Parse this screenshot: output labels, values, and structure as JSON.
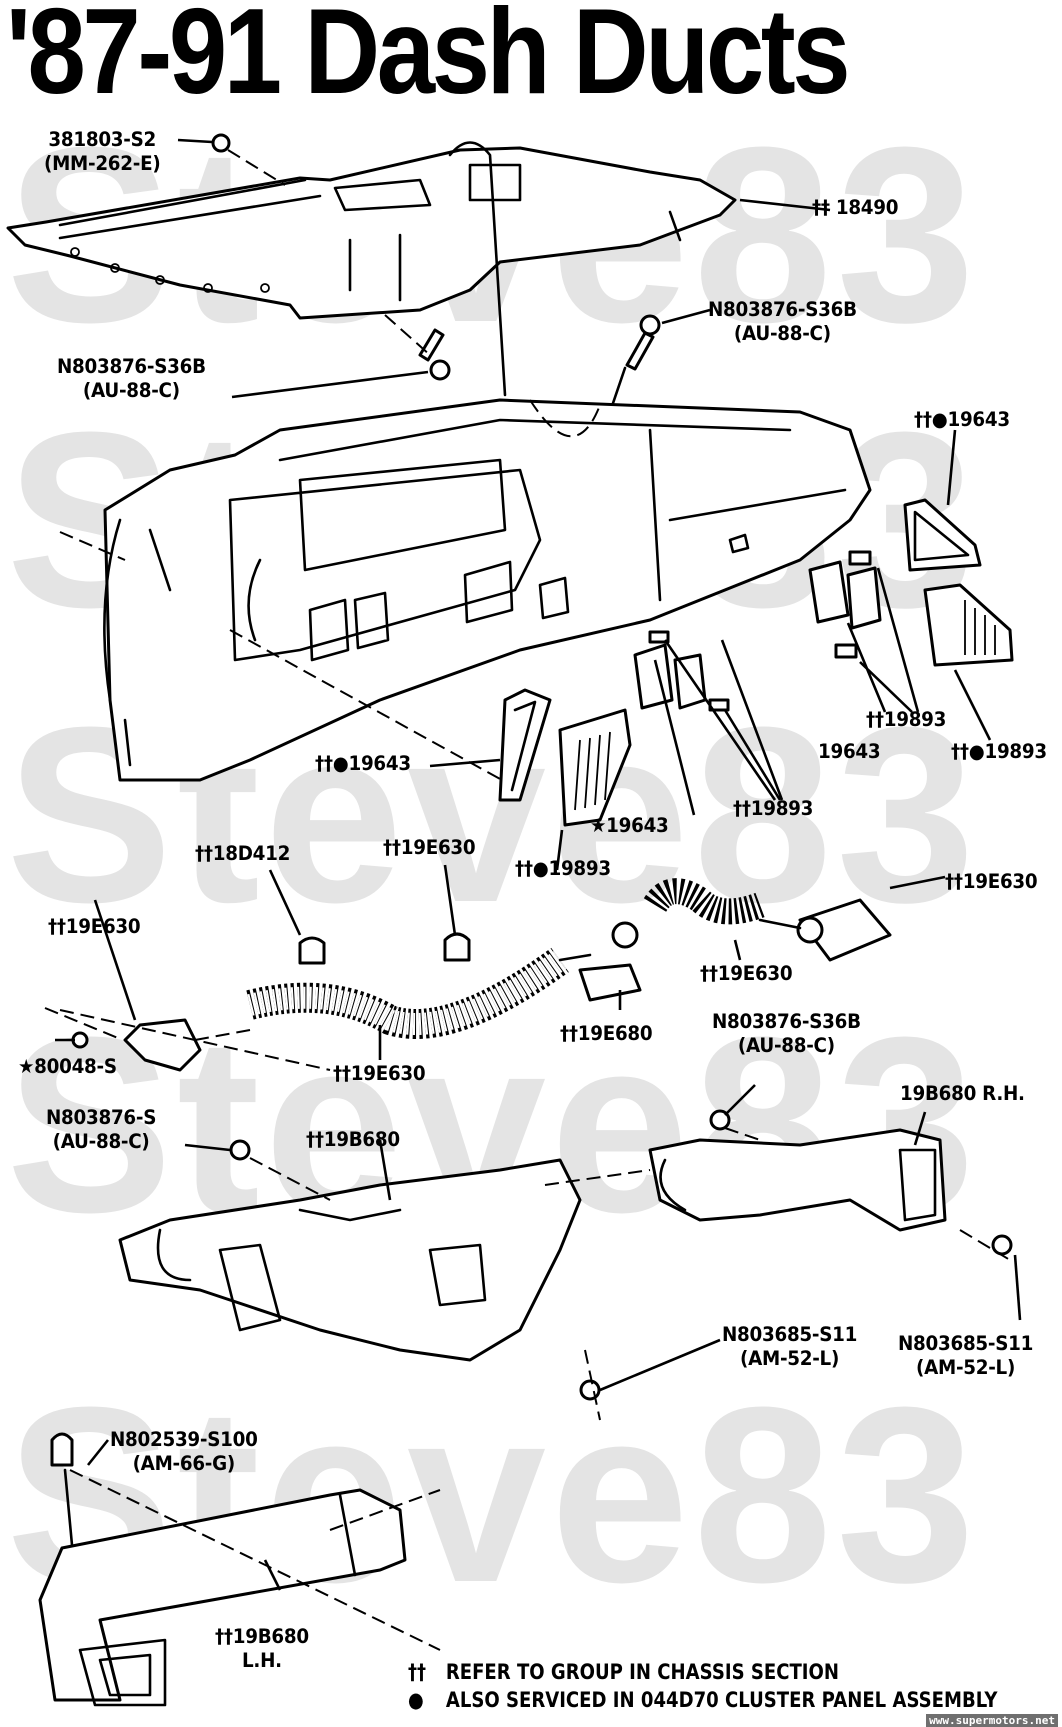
{
  "title": "'87-91 Dash Ducts",
  "watermark": "Steve83",
  "parts": {
    "cowl_bracket_nut": {
      "number": "381803-S2",
      "spec": "(MM-262-E)"
    },
    "upper_duct": {
      "number": "†† 18490"
    },
    "screw_upper_right": {
      "number": "N803876-S36B",
      "spec": "(AU-88-C)"
    },
    "screw_upper_left": {
      "number": "N803876-S36B",
      "spec": "(AU-88-C)"
    },
    "vent_bezel_right_top": {
      "number": "††●19643"
    },
    "vent_bezel_left": {
      "number": "††●19643"
    },
    "vent_bezel_center_star": {
      "number": "★19643"
    },
    "vent_bezel_right_plain": {
      "number": "19643"
    },
    "louver_right_group": {
      "number": "††19893"
    },
    "louver_center_group": {
      "number": "††19893"
    },
    "louver_right_outer": {
      "number": "††●19893"
    },
    "louver_left_outer": {
      "number": "††●19893"
    },
    "clamp_18d412": {
      "number": "††18D412"
    },
    "clip_19e630_top": {
      "number": "††19E630"
    },
    "nozzle_left": {
      "number": "††19E630"
    },
    "nut_80048": {
      "number": "★80048-S"
    },
    "hose_long": {
      "number": "††19E630"
    },
    "elbow_19e680": {
      "number": "††19E680"
    },
    "hose_short": {
      "number": "††19E630"
    },
    "nozzle_right": {
      "number": "††19E630"
    },
    "screw_center": {
      "number": "N803876-S36B",
      "spec": "(AU-88-C)"
    },
    "duct_rh": {
      "number": "19B680 R.H."
    },
    "screw_left_main": {
      "number": "N803876-S",
      "spec": "(AU-88-C)"
    },
    "duct_main": {
      "number": "††19B680"
    },
    "nut_bottom_center": {
      "number": "N803685-S11",
      "spec": "(AM-52-L)"
    },
    "nut_bottom_right": {
      "number": "N803685-S11",
      "spec": "(AM-52-L)"
    },
    "clip_lh": {
      "number": "N802539-S100",
      "spec": "(AM-66-G)"
    },
    "duct_lh": {
      "number": "††19B680",
      "spec": "L.H."
    }
  },
  "legend": [
    {
      "symbol": "††",
      "text": "REFER TO GROUP IN CHASSIS SECTION"
    },
    {
      "symbol": "●",
      "text": "ALSO SERVICED IN 044D70 CLUSTER PANEL ASSEMBLY"
    }
  ],
  "credit": {
    "brand": "PANEL ASSEMBLY",
    "site": "www.supermotors.net"
  },
  "colors": {
    "ink": "#000000",
    "watermark": "#e4e4e4",
    "brand": "#e03030",
    "credit_bg": "#6f6f6f"
  }
}
